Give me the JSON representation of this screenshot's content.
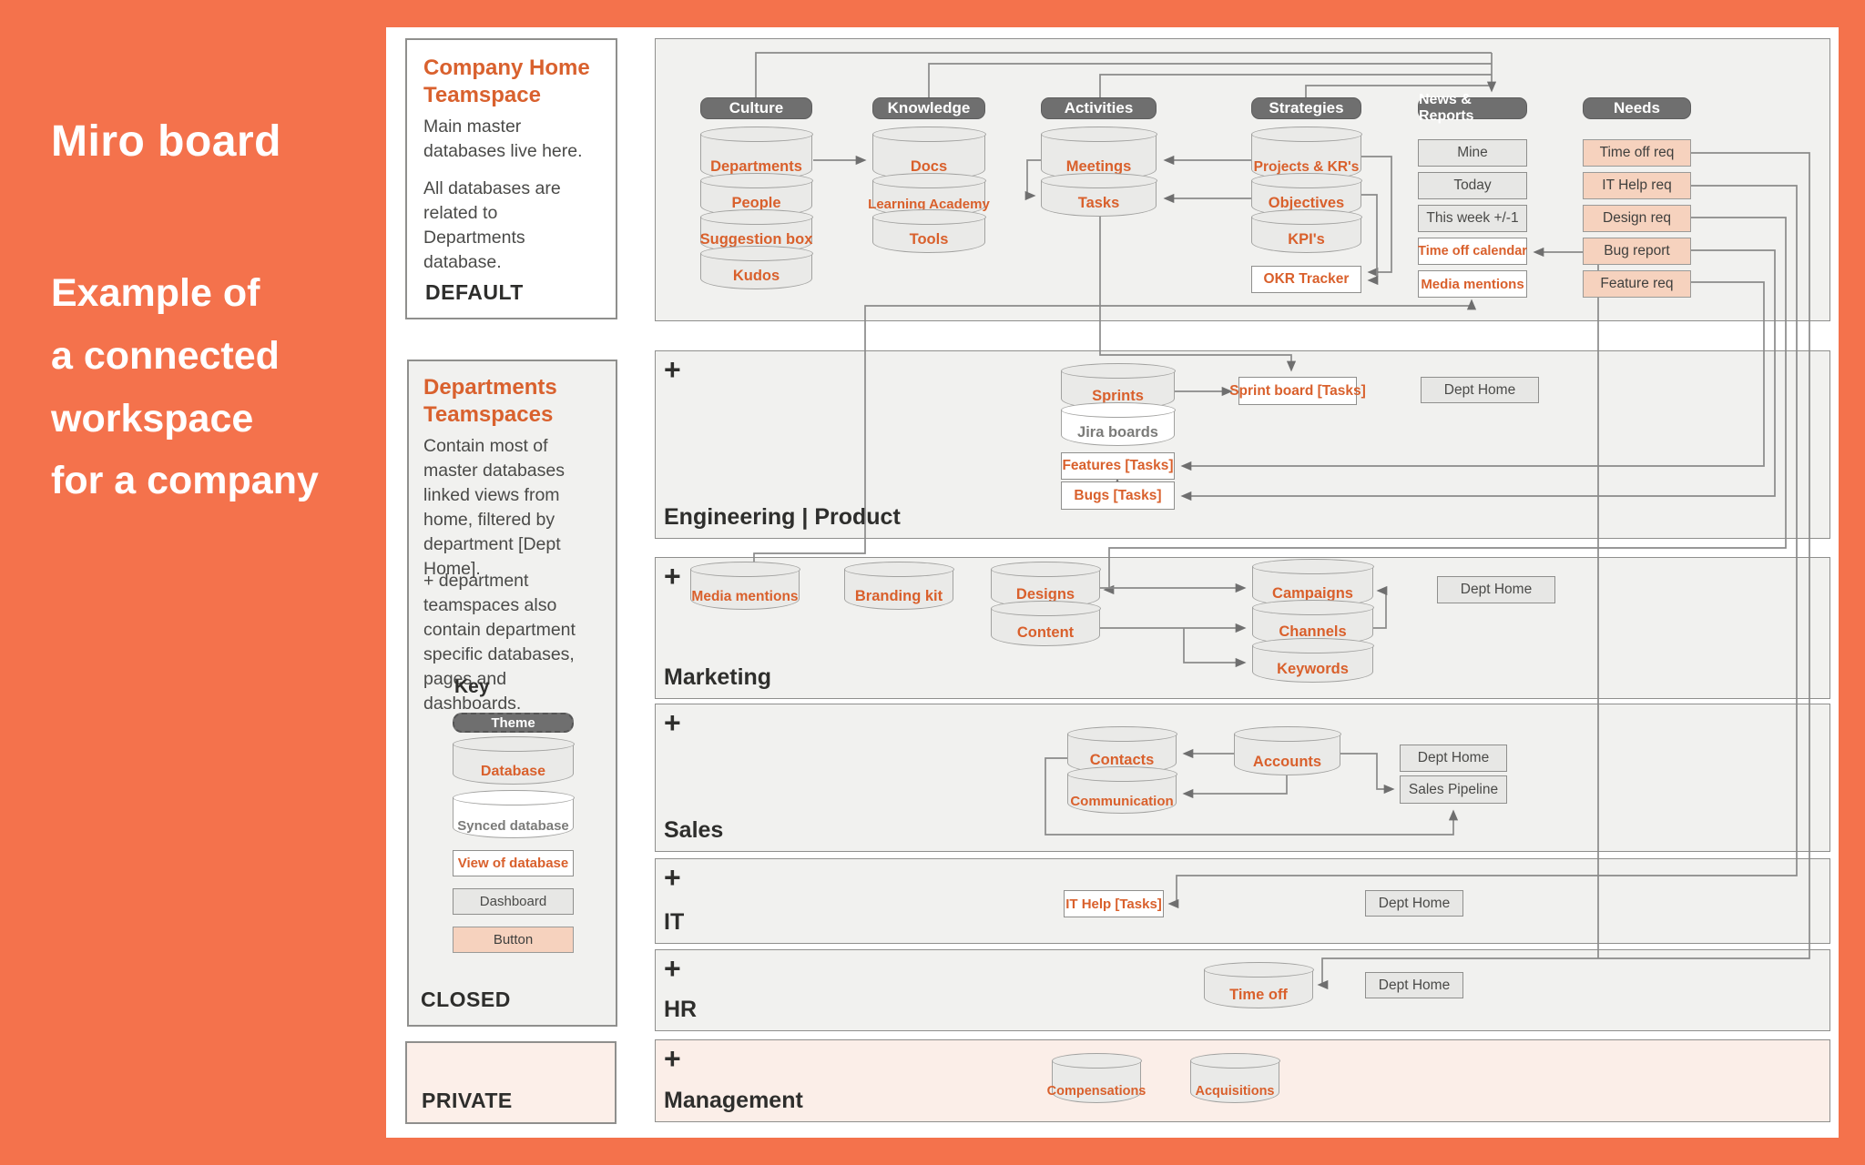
{
  "colors": {
    "frame_orange": "#F4724C",
    "accent_orange_text": "#d9612e",
    "peach_button": "#f6d2be",
    "peach_section": "#fbeee8",
    "pill_gray": "#6f6f6f",
    "cylinder_gray": "#eaeae8",
    "line_gray": "#8a8a8a"
  },
  "sidebar": {
    "title": "Miro board",
    "caption": "Example of\na connected\nworkspace\nfor a company"
  },
  "panels": {
    "company_home": {
      "title": "Company Home Teamspace",
      "para1": "Main master databases live here.",
      "para2": "All databases are related to Departments database.",
      "footer": "DEFAULT"
    },
    "departments": {
      "title": "Departments Teamspaces",
      "para1": "Contain most of master databases linked views from home, filtered by department [Dept Home].",
      "para2": "+ department teamspaces also contain department specific databases, pages and dashboards.",
      "key_title": "Key",
      "key": {
        "theme": "Theme",
        "database": "Database",
        "synced": "Synced database",
        "view": "View of database",
        "dashboard": "Dashboard",
        "button": "Button"
      },
      "footer": "CLOSED"
    },
    "private": {
      "footer": "PRIVATE"
    }
  },
  "columns": {
    "culture": {
      "title": "Culture",
      "items": [
        "Departments",
        "People",
        "Suggestion box",
        "Kudos"
      ]
    },
    "knowledge": {
      "title": "Knowledge",
      "items": [
        "Docs",
        "Learning Academy",
        "Tools"
      ]
    },
    "activities": {
      "title": "Activities",
      "items": [
        "Meetings",
        "Tasks"
      ]
    },
    "strategies": {
      "title": "Strategies",
      "items": [
        "Projects & KR's",
        "Objectives",
        "KPI's"
      ],
      "view": "OKR Tracker"
    },
    "news": {
      "title": "News & Reports",
      "dashboards": [
        "Mine",
        "Today",
        "This week +/-1"
      ],
      "views": [
        "Time off calendar",
        "Media mentions"
      ]
    },
    "needs": {
      "title": "Needs",
      "buttons": [
        "Time off req",
        "IT Help req",
        "Design req",
        "Bug report",
        "Feature req"
      ]
    }
  },
  "rows": {
    "engineering": {
      "plus": "+",
      "label": "Engineering | Product",
      "sprints": "Sprints",
      "jira": "Jira boards",
      "features": "Features [Tasks]",
      "bugs": "Bugs [Tasks]",
      "sprint_board": "Sprint board [Tasks]",
      "dept_home": "Dept Home"
    },
    "marketing": {
      "plus": "+",
      "label": "Marketing",
      "media_mentions": "Media mentions",
      "branding_kit": "Branding kit",
      "designs": "Designs",
      "content": "Content",
      "campaigns": "Campaigns",
      "channels": "Channels",
      "keywords": "Keywords",
      "dept_home": "Dept Home"
    },
    "sales": {
      "plus": "+",
      "label": "Sales",
      "contacts": "Contacts",
      "communication": "Communication",
      "accounts": "Accounts",
      "dept_home": "Dept Home",
      "sales_pipeline": "Sales Pipeline"
    },
    "it": {
      "plus": "+",
      "label": "IT",
      "it_help": "IT Help [Tasks]",
      "dept_home": "Dept Home"
    },
    "hr": {
      "plus": "+",
      "label": "HR",
      "time_off": "Time off",
      "dept_home": "Dept Home"
    },
    "management": {
      "plus": "+",
      "label": "Management",
      "compensations": "Compensations",
      "acquisitions": "Acquisitions"
    }
  }
}
